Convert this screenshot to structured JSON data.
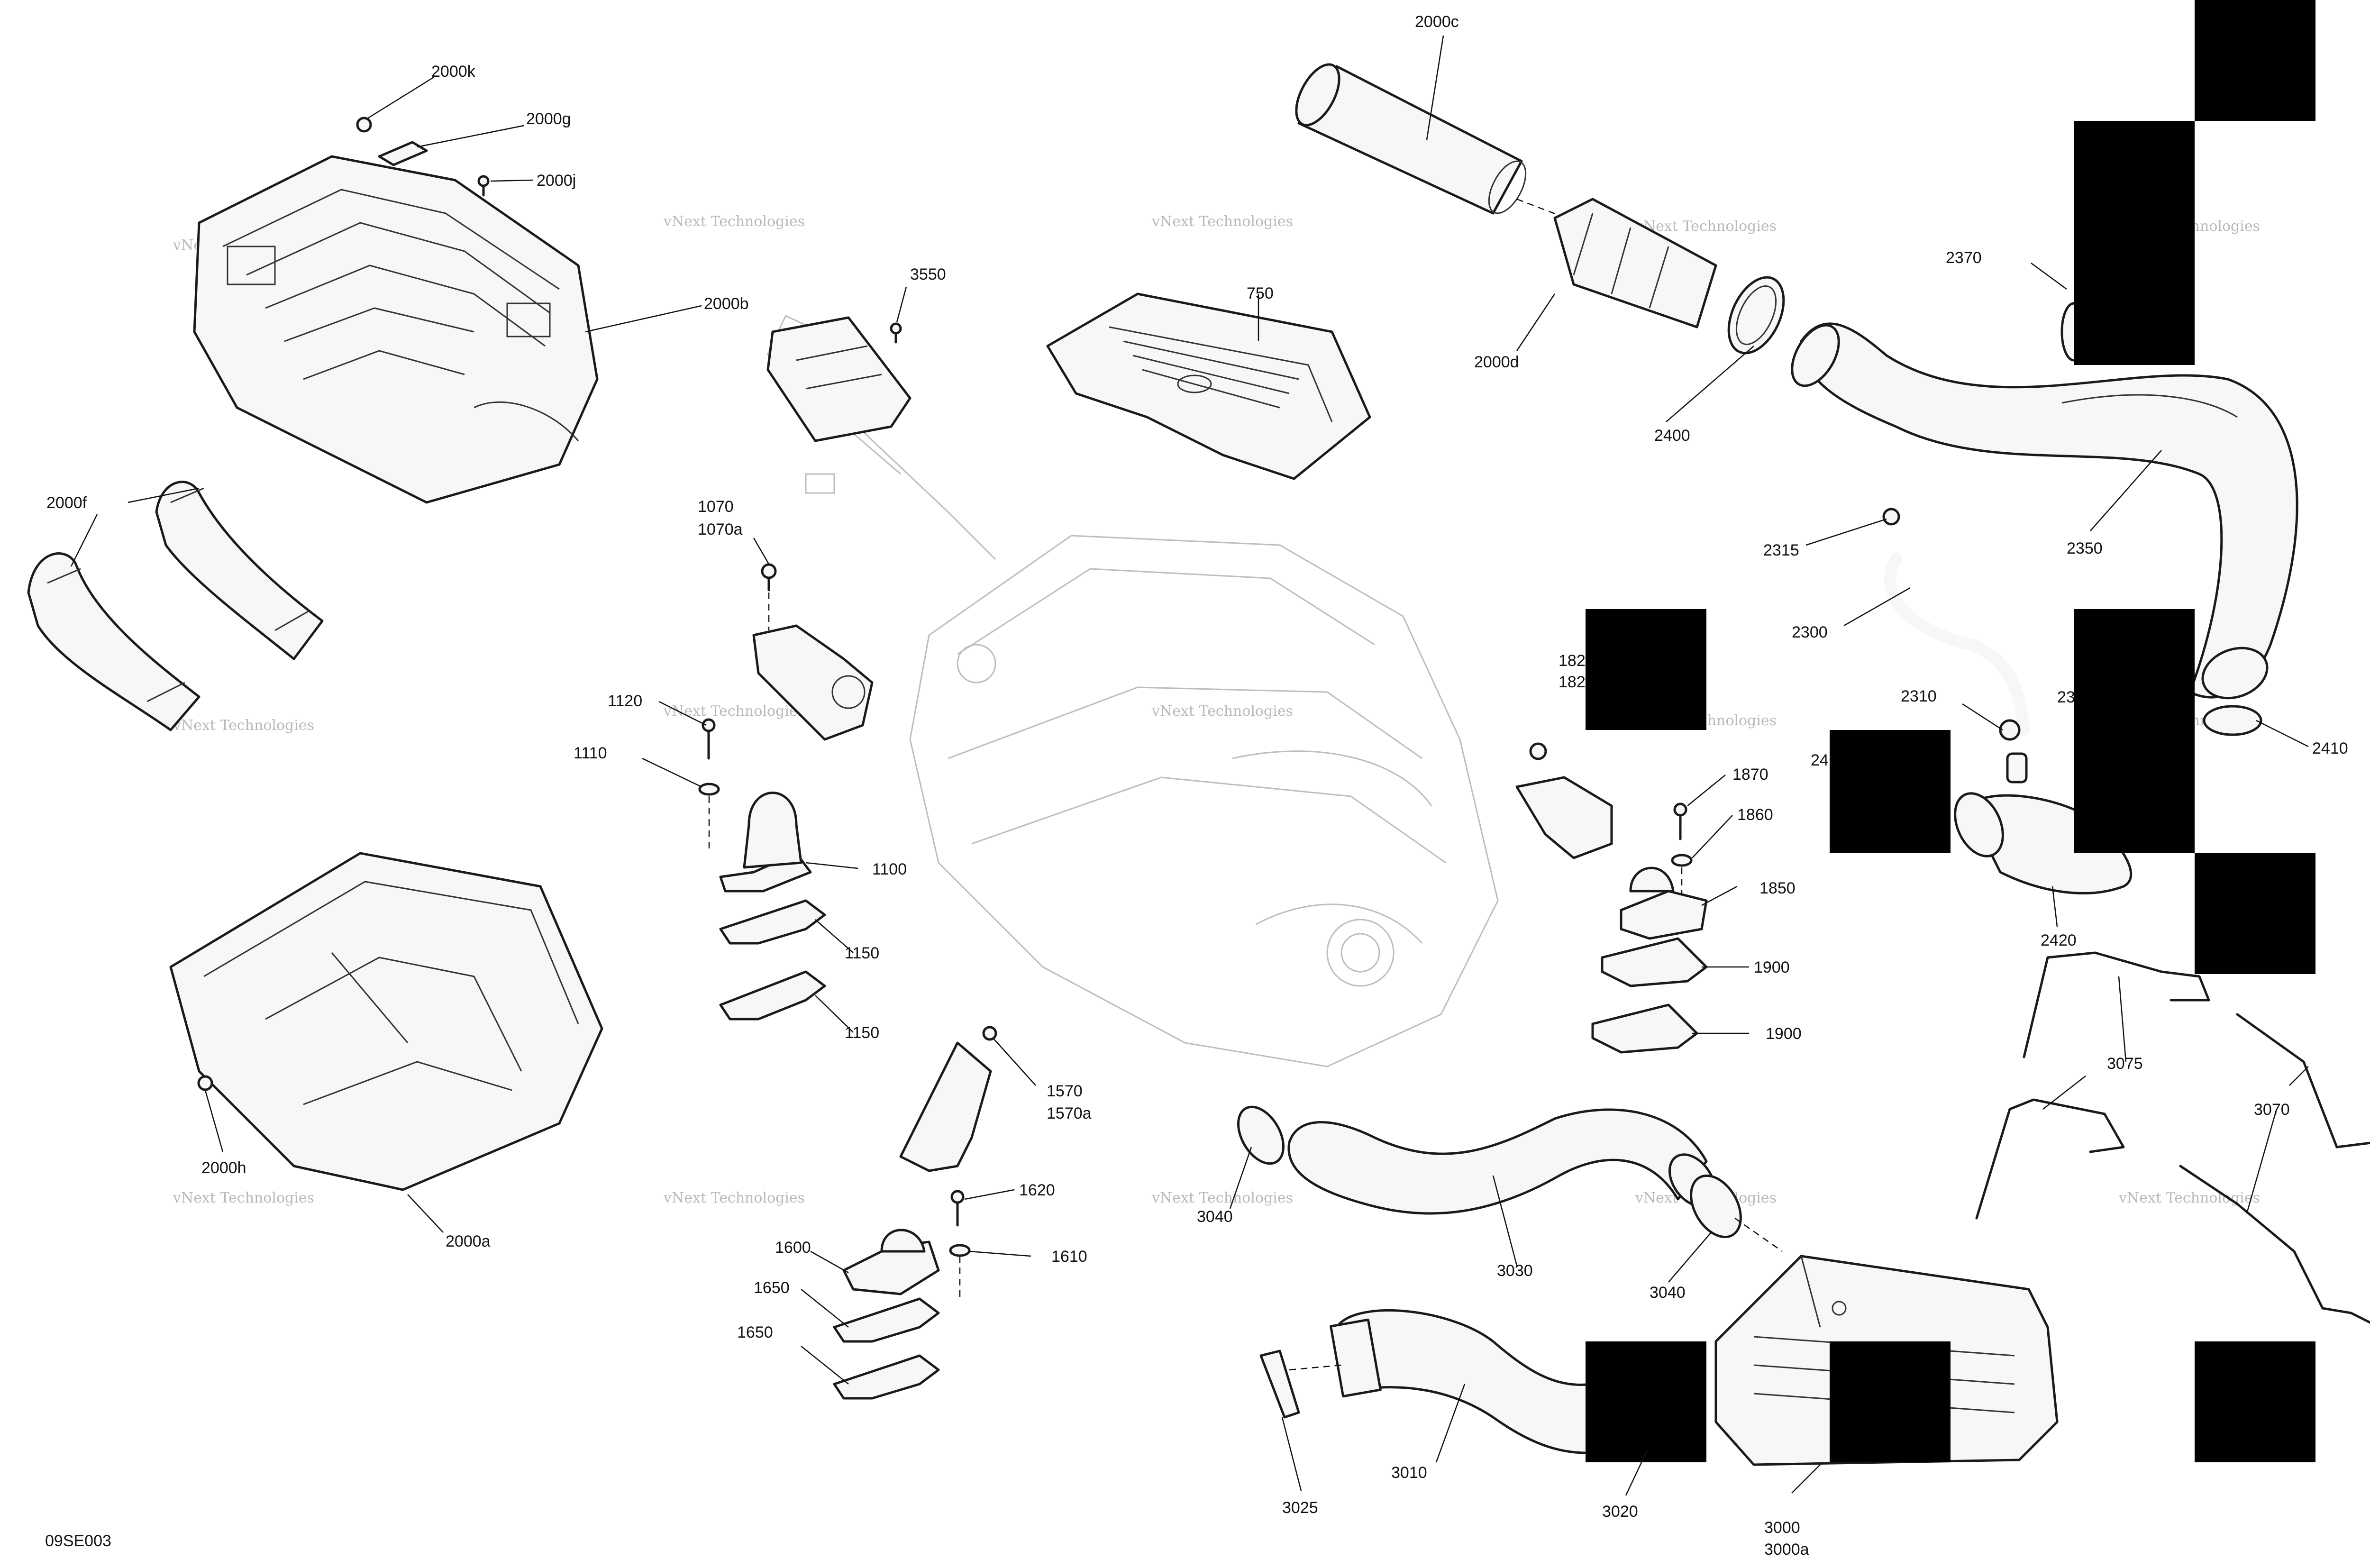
{
  "diagram_id": "09SE003",
  "watermark": "vNext Technologies",
  "callouts": [
    {
      "id": "2000k",
      "text": "2000k"
    },
    {
      "id": "2000g",
      "text": "2000g"
    },
    {
      "id": "2000j",
      "text": "2000j"
    },
    {
      "id": "2000b",
      "text": "2000b"
    },
    {
      "id": "2000f",
      "text": "2000f"
    },
    {
      "id": "2000h",
      "text": "2000h"
    },
    {
      "id": "2000a",
      "text": "2000a"
    },
    {
      "id": "2000c",
      "text": "2000c"
    },
    {
      "id": "2000d",
      "text": "2000d"
    },
    {
      "id": "2400",
      "text": "2400"
    },
    {
      "id": "2370",
      "text": "2370"
    },
    {
      "id": "2350",
      "text": "2350"
    },
    {
      "id": "2315",
      "text": "2315"
    },
    {
      "id": "2300",
      "text": "2300"
    },
    {
      "id": "2310",
      "text": "2310"
    },
    {
      "id": "2410",
      "text": "2410"
    },
    {
      "id": "2420",
      "text": "2420"
    },
    {
      "id": "3550",
      "text": "3550"
    },
    {
      "id": "750",
      "text": "750"
    },
    {
      "id": "1070",
      "text": "1070"
    },
    {
      "id": "1070a",
      "text": "1070a"
    },
    {
      "id": "1120",
      "text": "1120"
    },
    {
      "id": "1110",
      "text": "1110"
    },
    {
      "id": "1100",
      "text": "1100"
    },
    {
      "id": "1150_1",
      "text": "1150"
    },
    {
      "id": "1150_2",
      "text": "1150"
    },
    {
      "id": "1570",
      "text": "1570"
    },
    {
      "id": "1570a",
      "text": "1570a"
    },
    {
      "id": "1620",
      "text": "1620"
    },
    {
      "id": "1600",
      "text": "1600"
    },
    {
      "id": "1610",
      "text": "1610"
    },
    {
      "id": "1650_1",
      "text": "1650"
    },
    {
      "id": "1650_2",
      "text": "1650"
    },
    {
      "id": "1870",
      "text": "1870"
    },
    {
      "id": "1860",
      "text": "1860"
    },
    {
      "id": "1850",
      "text": "1850"
    },
    {
      "id": "1900_1",
      "text": "1900"
    },
    {
      "id": "1900_2",
      "text": "1900"
    },
    {
      "id": "1820_partial_a",
      "text": "182"
    },
    {
      "id": "1820_partial_b",
      "text": "182"
    },
    {
      "id": "23xx_partial",
      "text": "23"
    },
    {
      "id": "24xx_partial",
      "text": "24"
    },
    {
      "id": "3075",
      "text": "3075"
    },
    {
      "id": "3070",
      "text": "3070"
    },
    {
      "id": "3040_1",
      "text": "3040"
    },
    {
      "id": "3040_2",
      "text": "3040"
    },
    {
      "id": "3030",
      "text": "3030"
    },
    {
      "id": "3010",
      "text": "3010"
    },
    {
      "id": "3025",
      "text": "3025"
    },
    {
      "id": "3020",
      "text": "3020"
    },
    {
      "id": "3000",
      "text": "3000"
    },
    {
      "id": "3000a",
      "text": "3000a"
    }
  ]
}
